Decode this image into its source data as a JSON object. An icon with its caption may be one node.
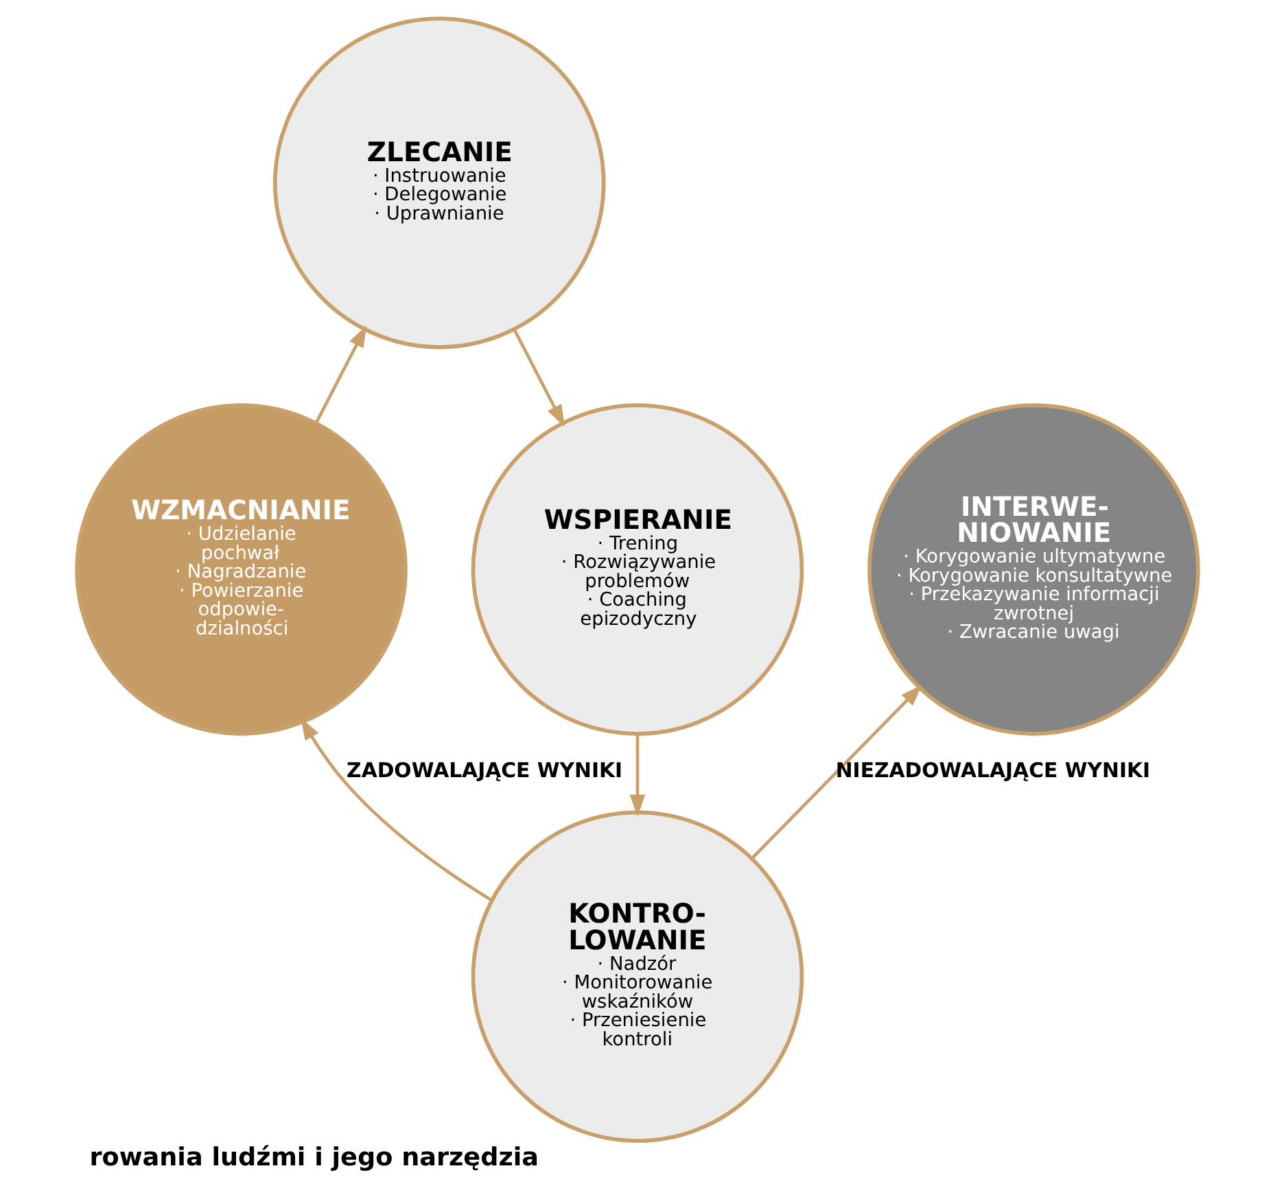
{
  "diagram": {
    "caption": "rowania ludźmi i jego narzędzia",
    "nodes": [
      {
        "text": [
          "ZLECANIE",
          "· Instruowanie",
          "· Delegowanie",
          "· Uprawnianie"
        ]
      },
      {
        "text": [
          "WZMACNIANIE",
          "· Udzielanie pochwał",
          "· Nagradzanie",
          "· Powierzanie odpowie- dzialności"
        ]
      },
      {
        "text": [
          "INTERWE- NIOWANIE",
          "· Korygowanie ultymatywne",
          "· Korygowanie konsultatywne",
          "· Przekazywanie informacji zwrotnej",
          "· Zwracanie uwagi"
        ]
      },
      {
        "text": [
          "WSPIERANIE",
          "· Trening",
          "· Rozwiązywanie problemów",
          "· Coaching epizodyczny"
        ]
      },
      {
        "text": [
          "KONTRO- LOWANIE",
          "· Nadzór",
          "· Monitorowanie wskaźników",
          "· Przeniesienie kontroli"
        ]
      }
    ],
    "edges": [
      {
        "from": 0,
        "to": 3,
        "arrow": "to"
      },
      {
        "from": 3,
        "to": 4,
        "arrow": "to"
      },
      {
        "from": 4,
        "to": 1,
        "arrow": "to",
        "label": "ZADOWALAJĄCE WYNIKI"
      },
      {
        "from": 1,
        "to": 0,
        "arrow": "to"
      },
      {
        "from": 4,
        "to": 2,
        "arrow": "to",
        "label": "NIEZADOWALAJĄCE WYNIKI"
      }
    ]
  }
}
